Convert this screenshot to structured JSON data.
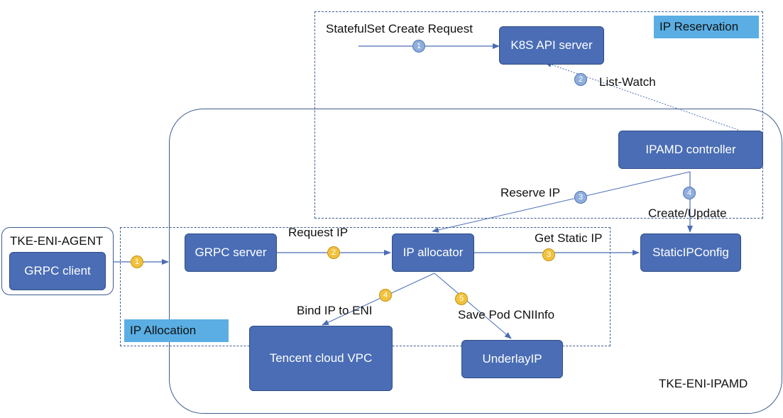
{
  "regions": {
    "ip_reservation": "IP Reservation",
    "ip_allocation": "IP Allocation",
    "ipamd": "TKE-ENI-IPAMD",
    "agent": "TKE-ENI-AGENT"
  },
  "nodes": {
    "k8s_api": "K8S API server",
    "ipamd_controller": "IPAMD controller",
    "grpc_client": "GRPC client",
    "grpc_server": "GRPC server",
    "ip_allocator": "IP allocator",
    "static_ip_config": "StaticIPConfig",
    "vpc": "Tencent cloud VPC",
    "underlay_ip": "UnderlayIP"
  },
  "edges": {
    "statefulset": "StatefulSet Create Request",
    "list_watch": "List-Watch",
    "reserve_ip": "Reserve IP",
    "create_update": "Create/Update",
    "request_ip": "Request IP",
    "get_static_ip": "Get Static IP",
    "bind_ip": "Bind IP to ENI",
    "save_pod": "Save Pod CNIInfo"
  },
  "steps": {
    "r1": "1",
    "r2": "2",
    "r3": "3",
    "r4": "4",
    "a1": "1",
    "a2": "2",
    "a3": "3",
    "a4": "4",
    "a5": "5"
  },
  "colors": {
    "node_fill": "#4a6db5",
    "tag_fill": "#5aaee3",
    "reservation_step": "#8faedc",
    "allocation_step": "#f2c23d",
    "connector": "#4a6db5"
  }
}
